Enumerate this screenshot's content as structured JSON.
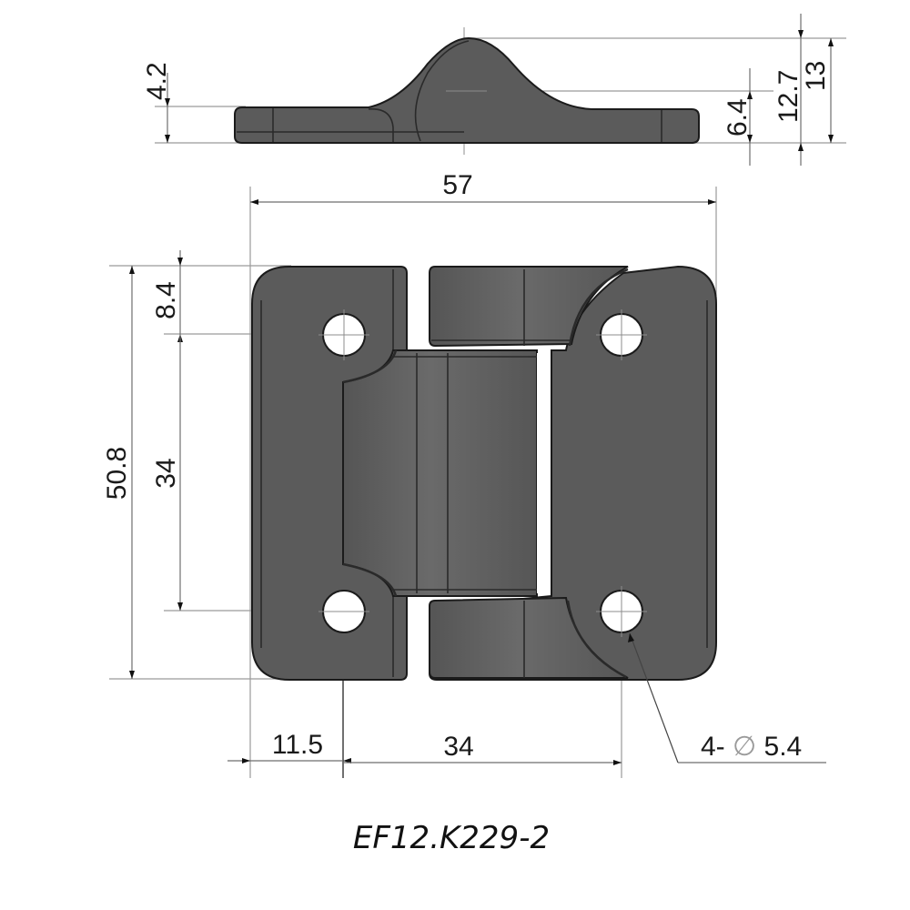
{
  "drawing": {
    "part_number": "EF12.K229-2",
    "units": "mm",
    "colors": {
      "part_fill": "#5b5b5b",
      "edge": "#1b1b1b",
      "dimension_line": "#6e6e6e",
      "background": "#ffffff"
    }
  },
  "side_view": {
    "dimensions": {
      "plate_thickness": "4.2",
      "pin_center_height": "6.4",
      "knuckle_height": "12.7",
      "overall_height": "13"
    }
  },
  "front_view": {
    "dimensions": {
      "overall_width": "57",
      "overall_height": "50.8",
      "hole_top_offset": "8.4",
      "hole_vertical_spacing": "34",
      "hole_side_offset": "11.5",
      "hole_horizontal_spacing": "34",
      "hole_callout": "4- ∅5.4"
    },
    "hole_callout_parts": {
      "count": "4-",
      "diameter_symbol": "∅",
      "diameter": "5.4"
    }
  }
}
